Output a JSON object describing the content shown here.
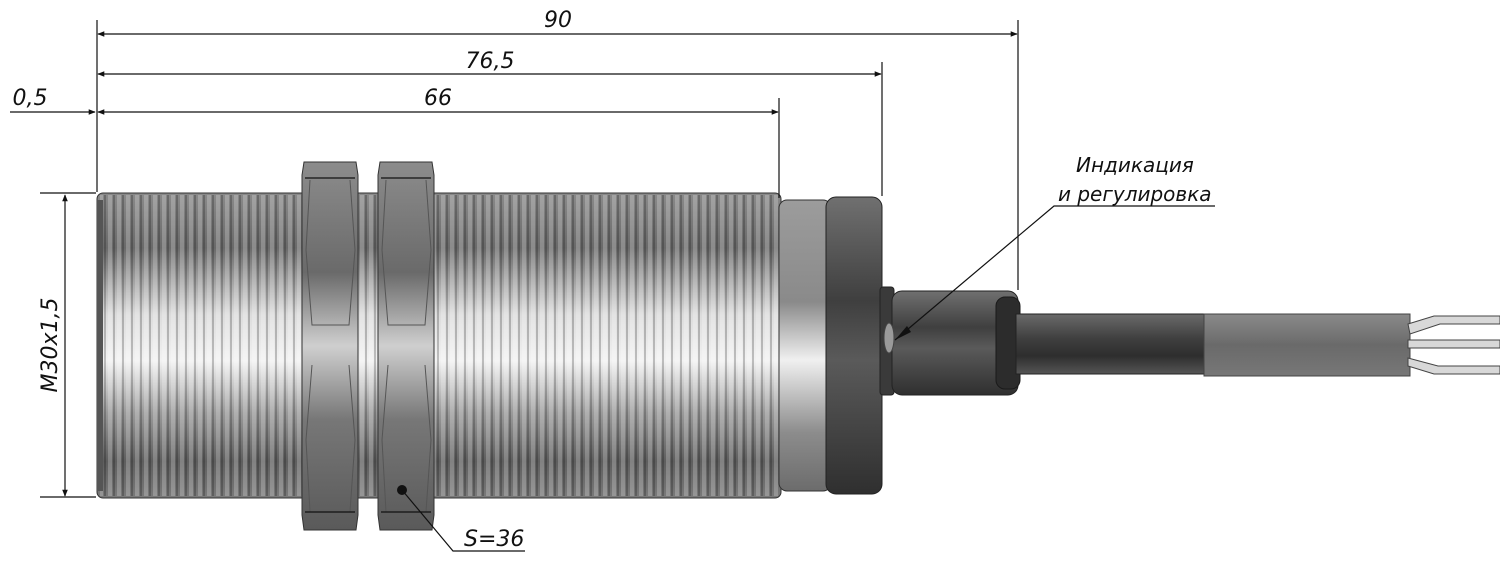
{
  "dimensions": {
    "overall_length": "90",
    "body_length": "76,5",
    "thread_length": "66",
    "offset": "0,5",
    "thread_spec": "M30x1,5",
    "wrench_size": "S=36"
  },
  "annotations": {
    "indicator_line1": "Индикация",
    "indicator_line2": "и регулировка"
  },
  "colors": {
    "metal_dark": "#6e6e6e",
    "metal_light": "#e0e0e0",
    "cable": "#4a4a4a",
    "line": "#111111"
  }
}
